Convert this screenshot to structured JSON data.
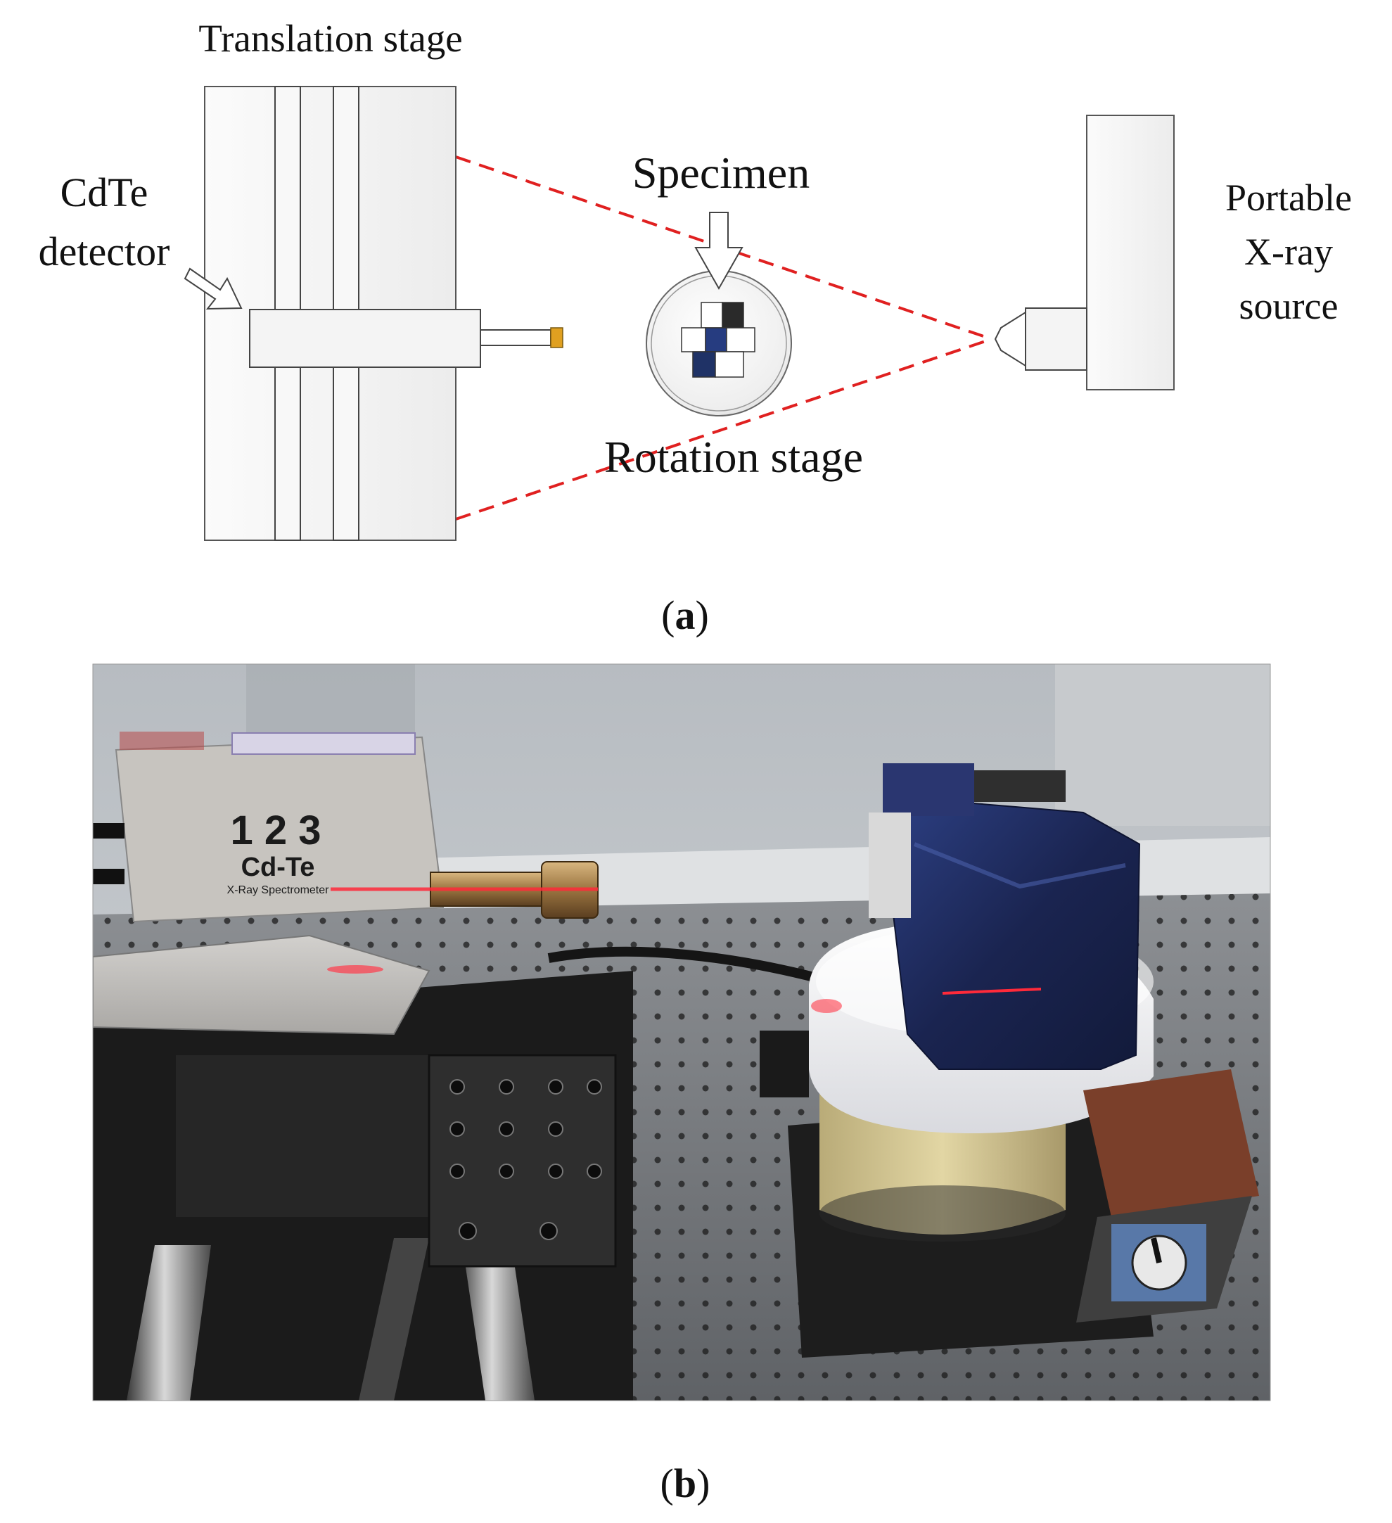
{
  "panel_a": {
    "labels": {
      "translation_stage": "Translation stage",
      "cdte_line1": "CdTe",
      "cdte_line2": "detector",
      "specimen": "Specimen",
      "rotation_stage": "Rotation stage",
      "source_line1": "Portable",
      "source_line2": "X-ray",
      "source_line3": "source"
    },
    "caption_letter": "a"
  },
  "panel_b": {
    "photo_text": {
      "digits": "1 2 3",
      "model": "Cd-Te",
      "subtitle": "X-Ray Spectrometer"
    },
    "caption_letter": "b"
  },
  "colors": {
    "beam": "#e02020",
    "specimen_dark_blue": "#1f3266",
    "specimen_black": "#2a2a2a",
    "detector_tip": "#e0a020",
    "panel_fill": "#f6f6f6",
    "outline": "#444444"
  }
}
